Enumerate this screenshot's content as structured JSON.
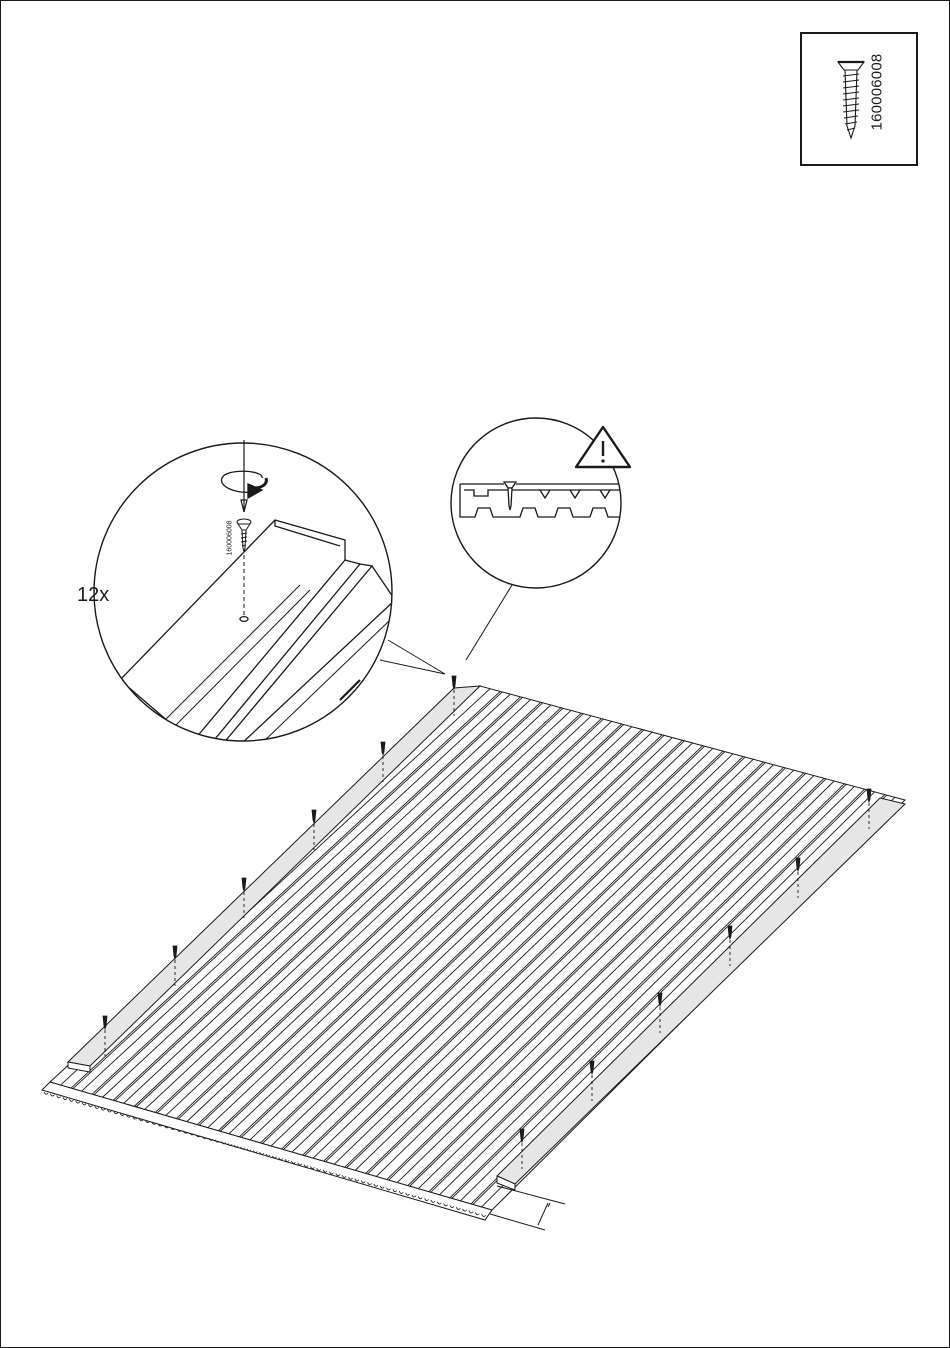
{
  "part": {
    "number": "160006008"
  },
  "detail": {
    "part_number": "160006008"
  },
  "step": {
    "quantity": "12x"
  },
  "icons": [
    "screw-icon",
    "screwdriver-icon",
    "rotation-arrow-icon",
    "warning-icon"
  ],
  "colors": {
    "line": "#1a1a1a",
    "background": "#ffffff",
    "rail_fill": "#e6e6e6"
  }
}
